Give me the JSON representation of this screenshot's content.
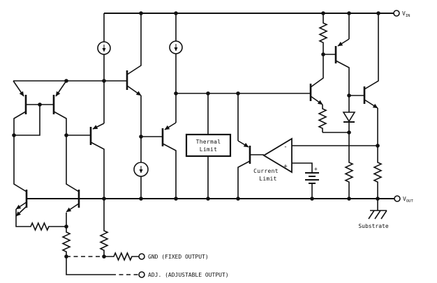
{
  "schematic": {
    "power": {
      "vin_prefix": "V",
      "vin_subscript": "IN",
      "vout_prefix": "V",
      "vout_subscript": "OUT"
    },
    "pins": {
      "gnd_label": "GND (FIXED OUTPUT)",
      "adj_label": "ADJ. (ADJUSTABLE OUTPUT)",
      "substrate_label": "Substrate"
    },
    "blocks": {
      "thermal_limit_line1": "Thermal",
      "thermal_limit_line2": "Limit",
      "current_limit_line1": "Current",
      "current_limit_line2": "Limit"
    },
    "opamp": {
      "inverting_input": "-",
      "noninverting_input": "+"
    },
    "battery": {
      "polarity": "+"
    },
    "colors": {
      "line": "#111111",
      "background": "#ffffff"
    }
  }
}
